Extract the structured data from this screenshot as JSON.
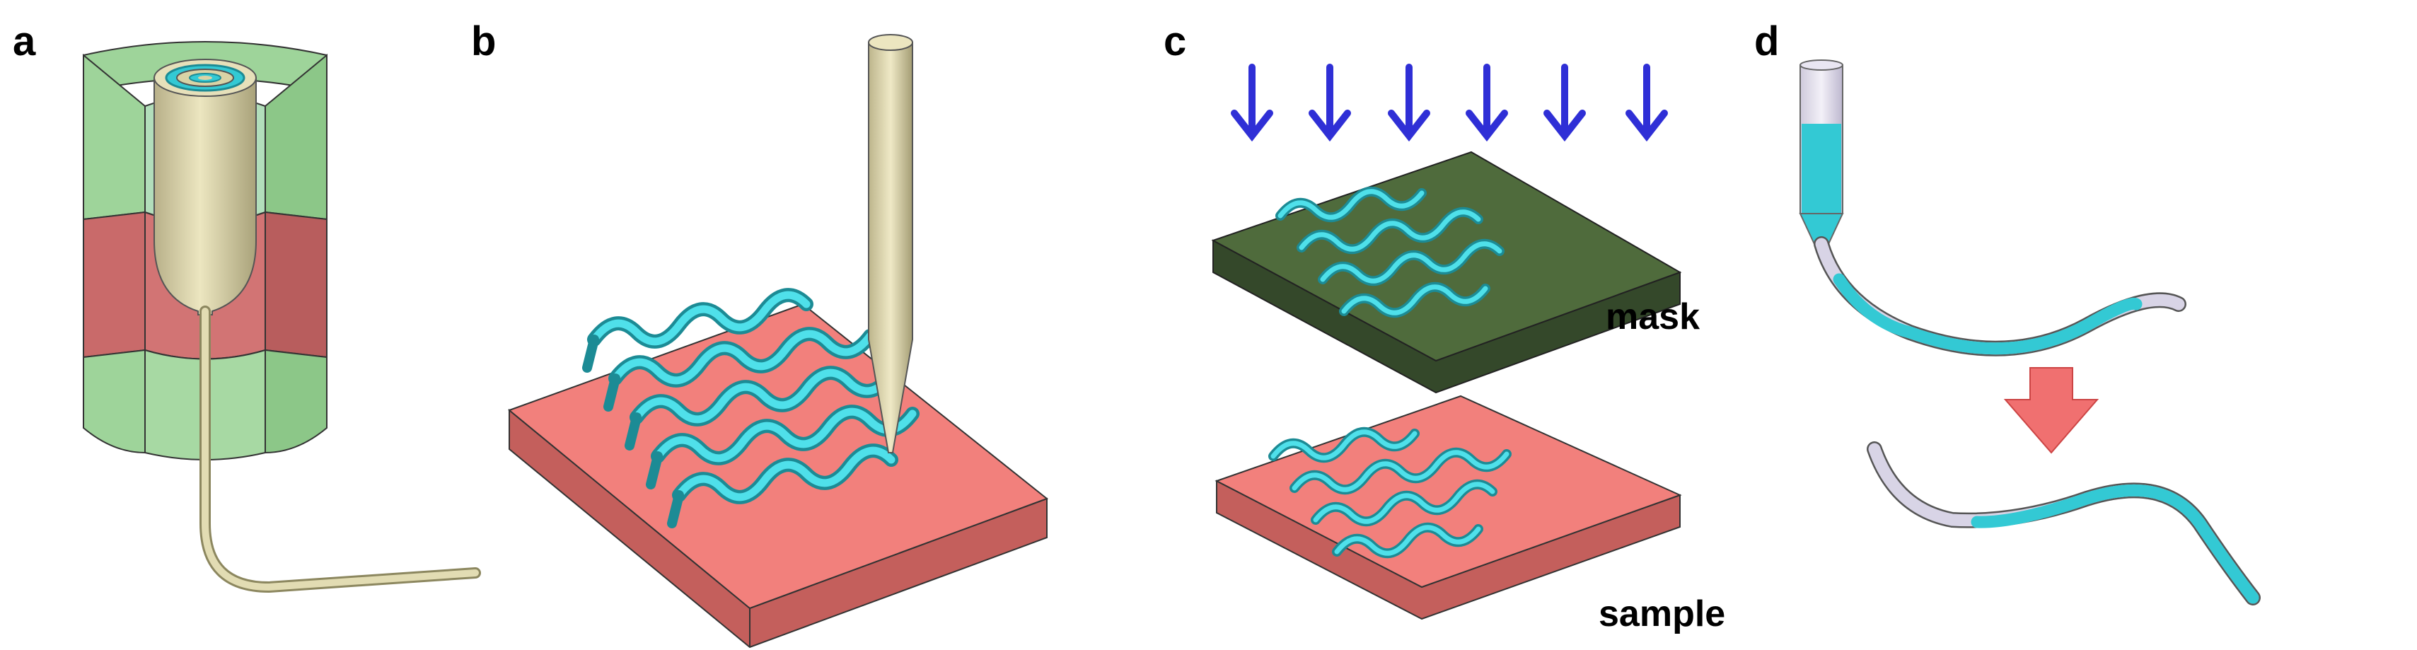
{
  "panels": [
    {
      "id": "a",
      "label": "a"
    },
    {
      "id": "b",
      "label": "b"
    },
    {
      "id": "c",
      "label": "c",
      "annotations": {
        "mask": "mask",
        "sample": "sample"
      }
    },
    {
      "id": "d",
      "label": "d"
    }
  ],
  "colors": {
    "housing_green": "#9ed49a",
    "housing_green_dark": "#7fbf7b",
    "housing_red": "#c96a6a",
    "nozzle": "#d9d3a6",
    "nozzle_dark": "#a9a27a",
    "substrate_pink": "#f2807c",
    "substrate_pink_side": "#c45f5c",
    "mask_green": "#4f6b3c",
    "mask_green_side": "#34482a",
    "fiber_cyan": "#33c9d4",
    "fiber_cyan_dark": "#1c8b95",
    "arrow_blue": "#2f2fd6",
    "arrow_red": "#f07070",
    "tube": "#d8d4e6"
  },
  "icons": {
    "uv_arrows": "down-arrow-icon",
    "transfer_arrow": "down-arrow-icon"
  }
}
